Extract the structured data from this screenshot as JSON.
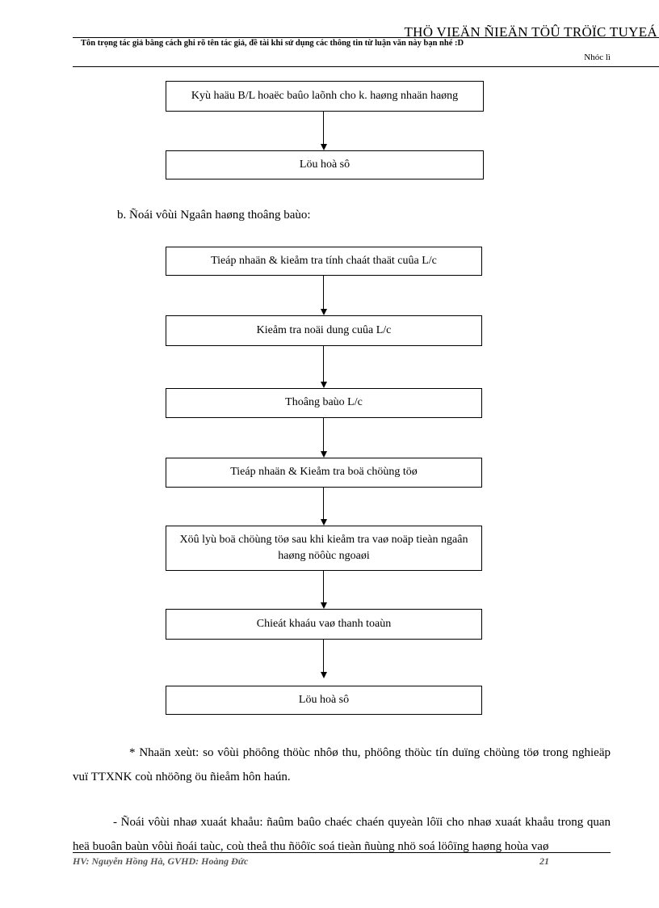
{
  "header": {
    "site_title": "THÖ VIEÄN ÑIEÄN TÖÛ TRÖÏC TUYEÁ",
    "notice": "Tôn trọng tác giả bằng cách ghi rõ tên tác giả, đề tài khi sử dụng các thông tin từ luận văn này bạn nhé :D",
    "author": "Nhóc lì"
  },
  "flow_top": [
    "Kyù haäu B/L hoaëc baûo laõnh cho k. haøng nhaän haøng",
    "Löu hoà sô"
  ],
  "section_title": "b. Ñoái vôùi Ngaân haøng thoâng baùo:",
  "flow_main": [
    "Tieáp nhaän & kieåm tra tính chaát thaät cuûa L/c",
    "Kieåm tra noäi dung cuûa L/c",
    "Thoâng baùo L/c",
    "Tieáp nhaän & Kieåm tra boä chöùng töø",
    "Xöû lyù boä chöùng töø sau khi kieåm tra vaø noäp tieàn ngaân haøng nöôùc ngoaøi",
    "Chieát khaáu vaø thanh toaùn",
    "Löu hoà sô"
  ],
  "paragraphs": [
    "* Nhaän xeùt: so vôùi phöông thöùc nhôø thu, phöông thöùc tín duïng chöùng töø trong nghieäp vuï TTXNK coù nhöõng öu ñieåm hôn haún.",
    "- Ñoái vôùi nhaø xuaát khaåu: ñaûm baûo chaéc chaén quyeàn lôïi cho nhaø xuaát khaåu trong quan heä buoân baùn vôùi ñoái taùc, coù theå thu ñöôïc soá tieàn ñuùng nhö soá löôïng haøng hoùa vaø"
  ],
  "footer": {
    "text": "HV: Nguyễn Hồng Hà, GVHD: Hoàng Đức",
    "page": "21"
  }
}
